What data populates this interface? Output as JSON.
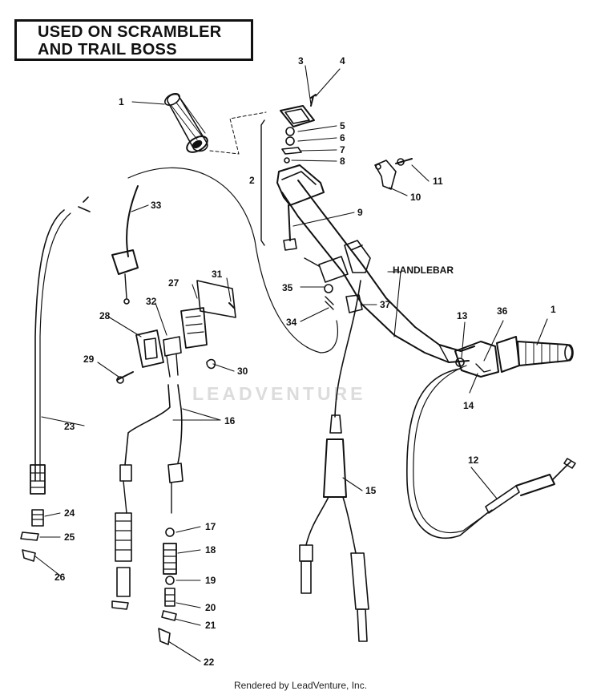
{
  "title": {
    "line1": "USED ON SCRAMBLER",
    "line2": "AND TRAIL BOSS"
  },
  "labels": {
    "handlebar": "HANDLEBAR"
  },
  "callouts": {
    "c1a": "1",
    "c1b": "1",
    "c2": "2",
    "c3": "3",
    "c4": "4",
    "c5": "5",
    "c6": "6",
    "c7": "7",
    "c8": "8",
    "c9": "9",
    "c10": "10",
    "c11": "11",
    "c12": "12",
    "c13": "13",
    "c14": "14",
    "c15": "15",
    "c16": "16",
    "c17": "17",
    "c18": "18",
    "c19": "19",
    "c20": "20",
    "c21": "21",
    "c22": "22",
    "c23": "23",
    "c24": "24",
    "c25": "25",
    "c26": "26",
    "c27": "27",
    "c28": "28",
    "c29": "29",
    "c30": "30",
    "c31": "31",
    "c32": "32",
    "c33": "33",
    "c34": "34",
    "c35": "35",
    "c36": "36",
    "c37": "37"
  },
  "watermark": "LEADVENTURE",
  "footer": "Rendered by LeadVenture, Inc."
}
